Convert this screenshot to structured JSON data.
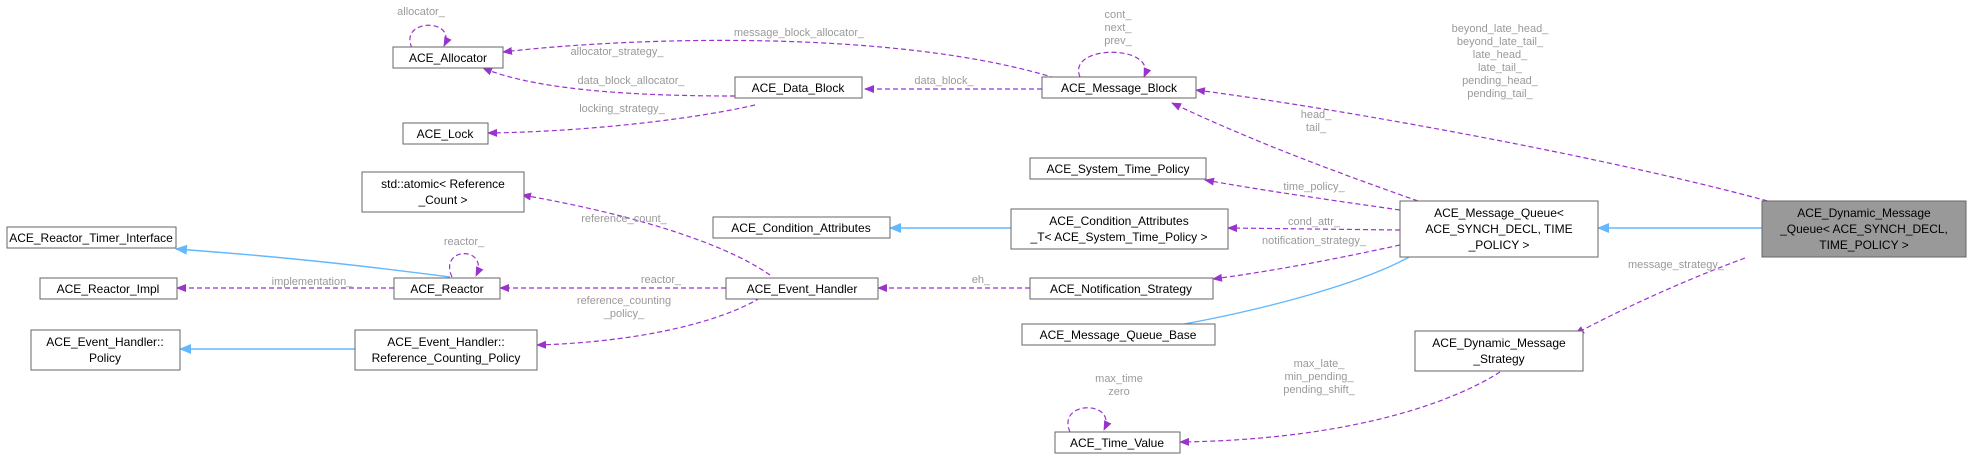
{
  "nodes": {
    "allocator": "ACE_Allocator",
    "lock": "ACE_Lock",
    "data_block": "ACE_Data_Block",
    "message_block": "ACE_Message_Block",
    "atomic": [
      "std::atomic< Reference",
      "_Count >"
    ],
    "timer_interface": "ACE_Reactor_Timer_Interface",
    "reactor_impl": "ACE_Reactor_Impl",
    "reactor": "ACE_Reactor",
    "policy": [
      "ACE_Event_Handler::",
      "Policy"
    ],
    "ref_policy": [
      "ACE_Event_Handler::",
      "Reference_Counting_Policy"
    ],
    "condition_attributes": "ACE_Condition_Attributes",
    "event_handler": "ACE_Event_Handler",
    "system_time_policy": "ACE_System_Time_Policy",
    "condition_attributes_t": [
      "ACE_Condition_Attributes",
      "_T< ACE_System_Time_Policy >"
    ],
    "notification_strategy": "ACE_Notification_Strategy",
    "message_queue_base": "ACE_Message_Queue_Base",
    "message_queue": [
      "ACE_Message_Queue<",
      "ACE_SYNCH_DECL, TIME",
      "_POLICY >"
    ],
    "dynamic_message_strategy": [
      "ACE_Dynamic_Message",
      "_Strategy"
    ],
    "time_value": "ACE_Time_Value",
    "dynamic_message_queue": [
      "ACE_Dynamic_Message",
      "_Queue< ACE_SYNCH_DECL,",
      "TIME_POLICY >"
    ]
  },
  "edge_labels": {
    "allocator_self": "allocator_",
    "message_block_allocator": "message_block_allocator_",
    "allocator_strategy": "allocator_strategy_",
    "data_block_allocator": "data_block_allocator_",
    "data_block": "data_block_",
    "locking_strategy": "locking_strategy_",
    "message_block_self": [
      "cont_",
      "next_",
      "prev_"
    ],
    "late_pending": [
      "beyond_late_head_",
      "beyond_late_tail_",
      "late_head_",
      "late_tail_",
      "pending_head_",
      "pending_tail_"
    ],
    "head_tail": [
      "head_",
      "tail_"
    ],
    "time_policy": "time_policy_",
    "cond_attr": "cond_attr_",
    "notification_strategy": "notification_strategy_",
    "reference_count": "reference_count_",
    "reactor_self": "reactor_",
    "implementation": "implementation_",
    "reactor": "reactor_",
    "reference_counting_policy": [
      "reference_counting",
      "_policy_"
    ],
    "eh": "eh_",
    "message_strategy": "message_strategy_",
    "time_value_fields": [
      "max_late_",
      "min_pending_",
      "pending_shift_"
    ],
    "time_value_self": [
      "max_time",
      "zero"
    ]
  },
  "colors": {
    "dependency_edge": "#9a32cd",
    "inheritance_edge": "#63b8ff",
    "focus_node_fill": "#999999",
    "node_border": "#666666",
    "label_text": "#9a9a9a"
  }
}
